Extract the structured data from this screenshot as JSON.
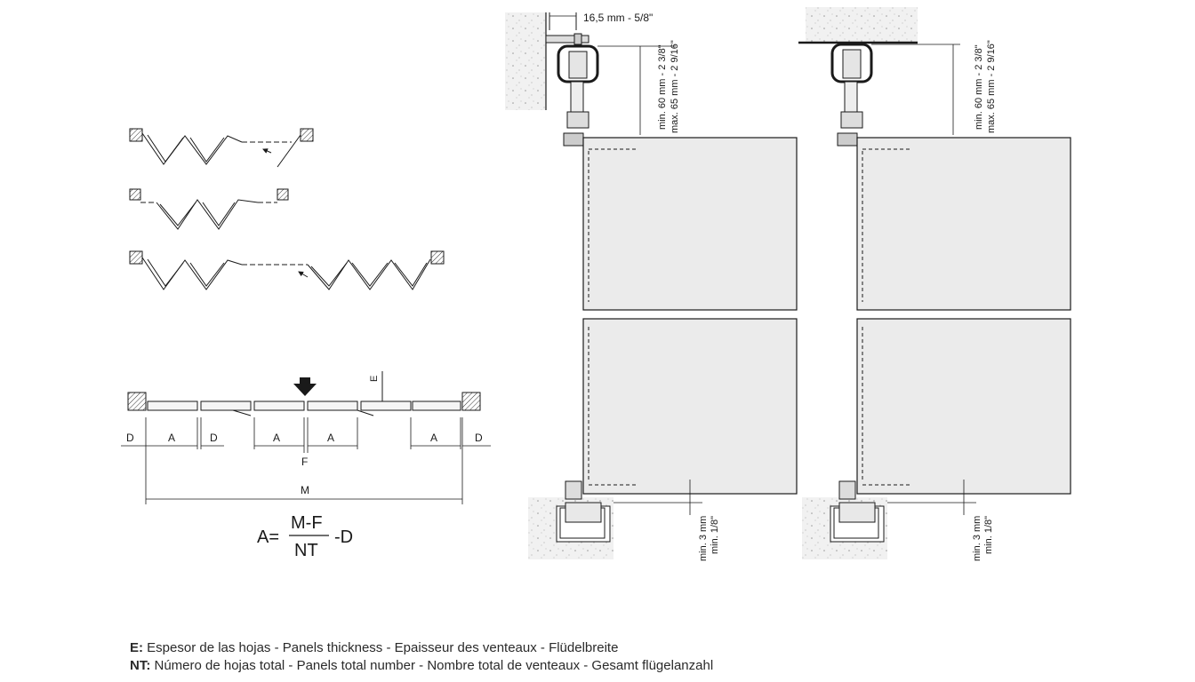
{
  "labels": {
    "offset_top": "16,5 mm - 5/8\"",
    "gap_top_left_1": "min. 60 mm - 2 3/8\"",
    "gap_top_left_2": "max. 65 mm - 2 9/16\"",
    "gap_top_right_1": "min. 60 mm - 2 3/8\"",
    "gap_top_right_2": "max. 65 mm - 2 9/16\"",
    "gap_bottom_left_1": "min. 3 mm",
    "gap_bottom_left_2": "min. 1/8\"",
    "gap_bottom_right_1": "min. 3 mm",
    "gap_bottom_right_2": "min. 1/8\""
  },
  "dimensions": {
    "d": "D",
    "a": "A",
    "e": "E",
    "f": "F",
    "m": "M"
  },
  "formula": {
    "lhs": "A=",
    "numerator": "M-F",
    "denominator": "NT",
    "suffix": "-D"
  },
  "legend": {
    "e_key": "E:",
    "e_text": " Espesor de las hojas - Panels thickness - Epaisseur des venteaux - Flüdelbreite",
    "nt_key": "NT:",
    "nt_text": " Número de hojas total - Panels total number - Nombre total de venteaux - Gesamt flügelanzahl"
  }
}
